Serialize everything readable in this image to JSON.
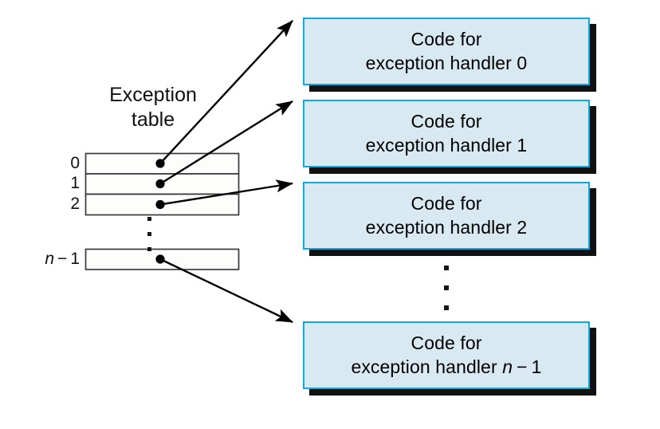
{
  "figure": {
    "title": "Exception table and exception handlers",
    "background_color": "#ffffff"
  },
  "colors": {
    "box_fill": "#d8e9f2",
    "box_border": "#11a7e0",
    "box_shadow": "#111113",
    "table_border": "#3a3a3a",
    "table_fill": "#fdfdfb",
    "arrow": "#000000",
    "dot": "#000000",
    "text": "#111111"
  },
  "exception_table": {
    "caption_line_1": "Exception",
    "caption_line_2": "table",
    "rows": [
      {
        "label": "0",
        "label_plain": "0"
      },
      {
        "label": "1",
        "label_plain": "1"
      },
      {
        "label": "2",
        "label_plain": "2"
      }
    ],
    "last_row": {
      "label_var": "n",
      "label_minus": "−",
      "label_one": "1"
    },
    "ellipsis_dots": 3
  },
  "handlers": [
    {
      "id": "handler-0",
      "line1": "Code for",
      "line2_prefix": "exception handler 0",
      "index": "0"
    },
    {
      "id": "handler-1",
      "line1": "Code for",
      "line2_prefix": "exception handler 1",
      "index": "1"
    },
    {
      "id": "handler-2",
      "line1": "Code for",
      "line2_prefix": "exception handler 2",
      "index": "2"
    },
    {
      "id": "handler-n-minus-1",
      "line1": "Code for",
      "line2_prefix": "exception handler ",
      "index_var": "n",
      "index_minus": "−",
      "index_one": "1"
    }
  ],
  "handlers_ellipsis_dots": 3,
  "arrows": [
    {
      "name": "arrow-row0-to-handler0",
      "from_row": "0",
      "to_handler": "handler-0"
    },
    {
      "name": "arrow-row1-to-handler1",
      "from_row": "1",
      "to_handler": "handler-1"
    },
    {
      "name": "arrow-row2-to-handler2",
      "from_row": "2",
      "to_handler": "handler-2"
    },
    {
      "name": "arrow-rown-to-handlern",
      "from_row": "n - 1",
      "to_handler": "handler-n-minus-1"
    }
  ]
}
